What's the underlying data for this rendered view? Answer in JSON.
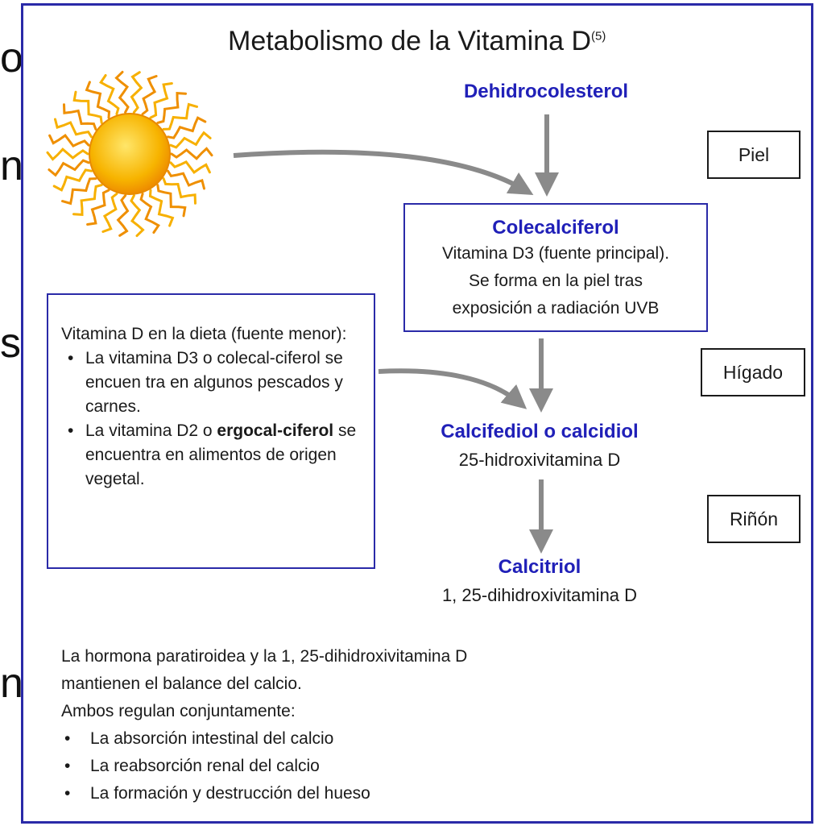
{
  "edge_fragments": [
    "o",
    "n",
    "s",
    "n"
  ],
  "title": {
    "text": "Metabolismo de la Vitamina D",
    "ref": "(5)"
  },
  "nodes": {
    "dehidro": "Dehidrocolesterol",
    "colecalciferol": {
      "title": "Colecalciferol",
      "lines": [
        "Vitamina D3 (fuente principal).",
        "Se forma en la piel tras",
        "exposición a radiación UVB"
      ]
    },
    "calcifediol": {
      "title": "Calcifediol o calcidiol",
      "sub": "25-hidroxivitamina D"
    },
    "calcitriol": {
      "title": "Calcitriol",
      "sub": "1, 25-dihidroxivitamina D"
    }
  },
  "organs": {
    "piel": "Piel",
    "higado": "Hígado",
    "rinon": "Riñón"
  },
  "diet": {
    "intro": "Vitamina D en la dieta (fuente menor):",
    "item1": "La vitamina D3 o colecal-ciferol se encuen tra en algunos pescados y carnes.",
    "item2_pre": "La vitamina D2 o ",
    "item2_bold": "ergocal-ciferol",
    "item2_post": " se encuentra en alimentos de origen vegetal."
  },
  "bottom": {
    "line1": "La hormona paratiroidea y la 1, 25-dihidroxivitamina D",
    "line2": "mantienen el balance del calcio.",
    "line3": "Ambos regulan conjuntamente:",
    "items": [
      "La absorción intestinal del calcio",
      "La reabsorción renal del calcio",
      "La formación y destrucción del hueso"
    ]
  },
  "colors": {
    "frame": "#2a2aa8",
    "heading": "#2020b8",
    "arrow": "#8a8a8a",
    "sun": "#f5a000"
  }
}
